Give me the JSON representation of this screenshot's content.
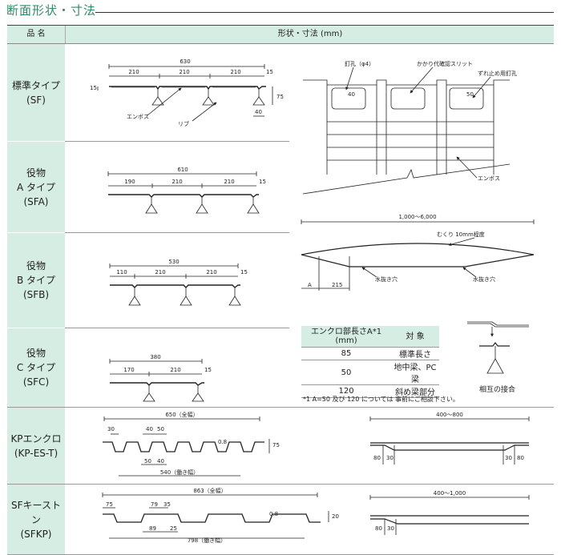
{
  "section_title": "断面形状・寸法",
  "header": {
    "name": "品 名",
    "shape": "形状・寸法 (mm)"
  },
  "rows": [
    {
      "name_l1": "標準タイプ",
      "name_l2": "(SF)"
    },
    {
      "name_l1": "役物",
      "name_l2": "A タイプ",
      "name_l3": "(SFA)"
    },
    {
      "name_l1": "役物",
      "name_l2": "B タイプ",
      "name_l3": "(SFB)"
    },
    {
      "name_l1": "役物",
      "name_l2": "C タイプ",
      "name_l3": "(SFC)"
    },
    {
      "name_l1": "KPエンクロ",
      "name_l2": "(KP-ES-T)"
    },
    {
      "name_l1": "SFキーストン",
      "name_l2": "(SFKP)"
    }
  ],
  "sf": {
    "total": "630",
    "seg1": "210",
    "seg2": "210",
    "seg3": "210",
    "h15": "15",
    "r15": "15",
    "h75": "75",
    "w40": "40",
    "emboss": "エンボス",
    "rib": "リブ"
  },
  "sfa": {
    "total": "610",
    "seg1": "190",
    "seg2": "210",
    "seg3": "210",
    "r15": "15"
  },
  "sfb": {
    "total": "530",
    "seg1": "110",
    "seg2": "210",
    "seg3": "210",
    "r15": "15"
  },
  "sfc": {
    "total": "380",
    "seg1": "170",
    "seg2": "210",
    "r15": "15"
  },
  "kp": {
    "total": "650（全幅）",
    "d30": "30",
    "d40": "40",
    "d50": "50",
    "t08": "0.8",
    "h75": "75",
    "b50": "50",
    "b40": "40",
    "work": "540（働き幅）",
    "range": "400～800",
    "e80": "80",
    "e30": "30",
    "e30b": "30",
    "e80b": "80"
  },
  "sfkp": {
    "total": "863（全幅）",
    "d75": "75",
    "d79": "79",
    "d35": "35",
    "t08": "0.8",
    "h20": "20",
    "b89": "89",
    "b25": "25",
    "work": "798（働き幅）",
    "range": "400～1,000",
    "e80": "80",
    "e30": "30"
  },
  "panel": {
    "nail": "釘孔（φ4）",
    "slit": "かかり代確認スリット",
    "stopnail": "ずれ止め用釘孔",
    "d40": "40",
    "d50": "50",
    "emboss": "エンボス"
  },
  "camber": {
    "range": "1,000～6,000",
    "note": "むくり 10mm程度",
    "a": "A",
    "d215": "215",
    "drain1": "水抜き穴",
    "drain2": "水抜き穴"
  },
  "enclo_table": {
    "h1": "エンクロ部長さA*1 (mm)",
    "h2": "対 象",
    "rows": [
      {
        "a": "85",
        "t": "標準長さ"
      },
      {
        "a": "50",
        "t": "地中梁、PC梁"
      },
      {
        "a": "120",
        "t": "斜め梁部分"
      }
    ]
  },
  "note": "*1 A=50 及び 120 については 事前にご相談下さい。",
  "joint_caption": "相互の接合"
}
